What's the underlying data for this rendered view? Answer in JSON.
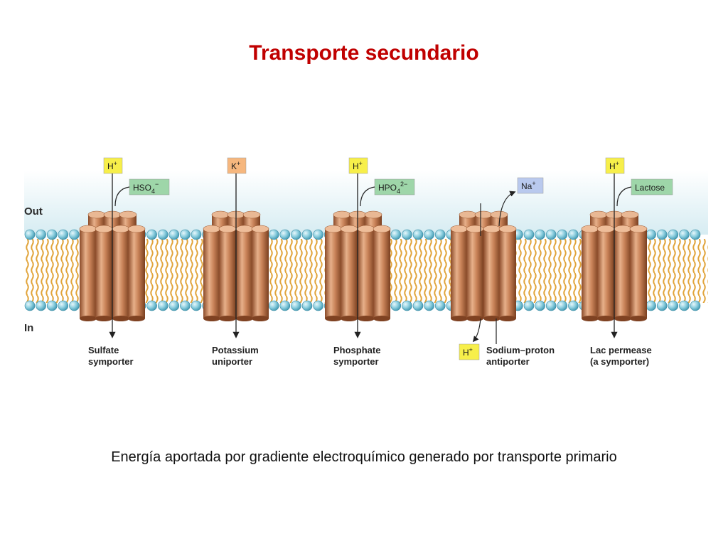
{
  "slide": {
    "title": "Transporte secundario",
    "caption": "Energía aportada por gradiente electroquímico generado por transporte primario"
  },
  "membrane": {
    "out_label": "Out",
    "in_label": "In"
  },
  "transporters": [
    {
      "name_lines": [
        "Sulfate",
        "symporter"
      ],
      "ions": [
        {
          "base": "H",
          "sup": "+",
          "color": "#f7ef4a"
        },
        {
          "base": "HSO",
          "sub": "4",
          "sup": "−",
          "color": "#9ed6a9"
        }
      ]
    },
    {
      "name_lines": [
        "Potassium",
        "uniporter"
      ],
      "ions": [
        {
          "base": "K",
          "sup": "+",
          "color": "#f6b77e"
        }
      ]
    },
    {
      "name_lines": [
        "Phosphate",
        "symporter"
      ],
      "ions": [
        {
          "base": "H",
          "sup": "+",
          "color": "#f7ef4a"
        },
        {
          "base": "HPO",
          "sub": "4",
          "sup": "2−",
          "color": "#9ed6a9"
        }
      ]
    },
    {
      "name_lines": [
        "Sodium–proton",
        "antiporter"
      ],
      "ions": [
        {
          "base": "Na",
          "sup": "+",
          "color": "#b9c9ee"
        },
        {
          "base": "H",
          "sup": "+",
          "color": "#f7ef4a"
        }
      ]
    },
    {
      "name_lines": [
        "Lac permease",
        "(a symporter)"
      ],
      "ions": [
        {
          "base": "H",
          "sup": "+",
          "color": "#f7ef4a"
        },
        {
          "base": "Lactose",
          "color": "#9ed6a9"
        }
      ]
    }
  ]
}
